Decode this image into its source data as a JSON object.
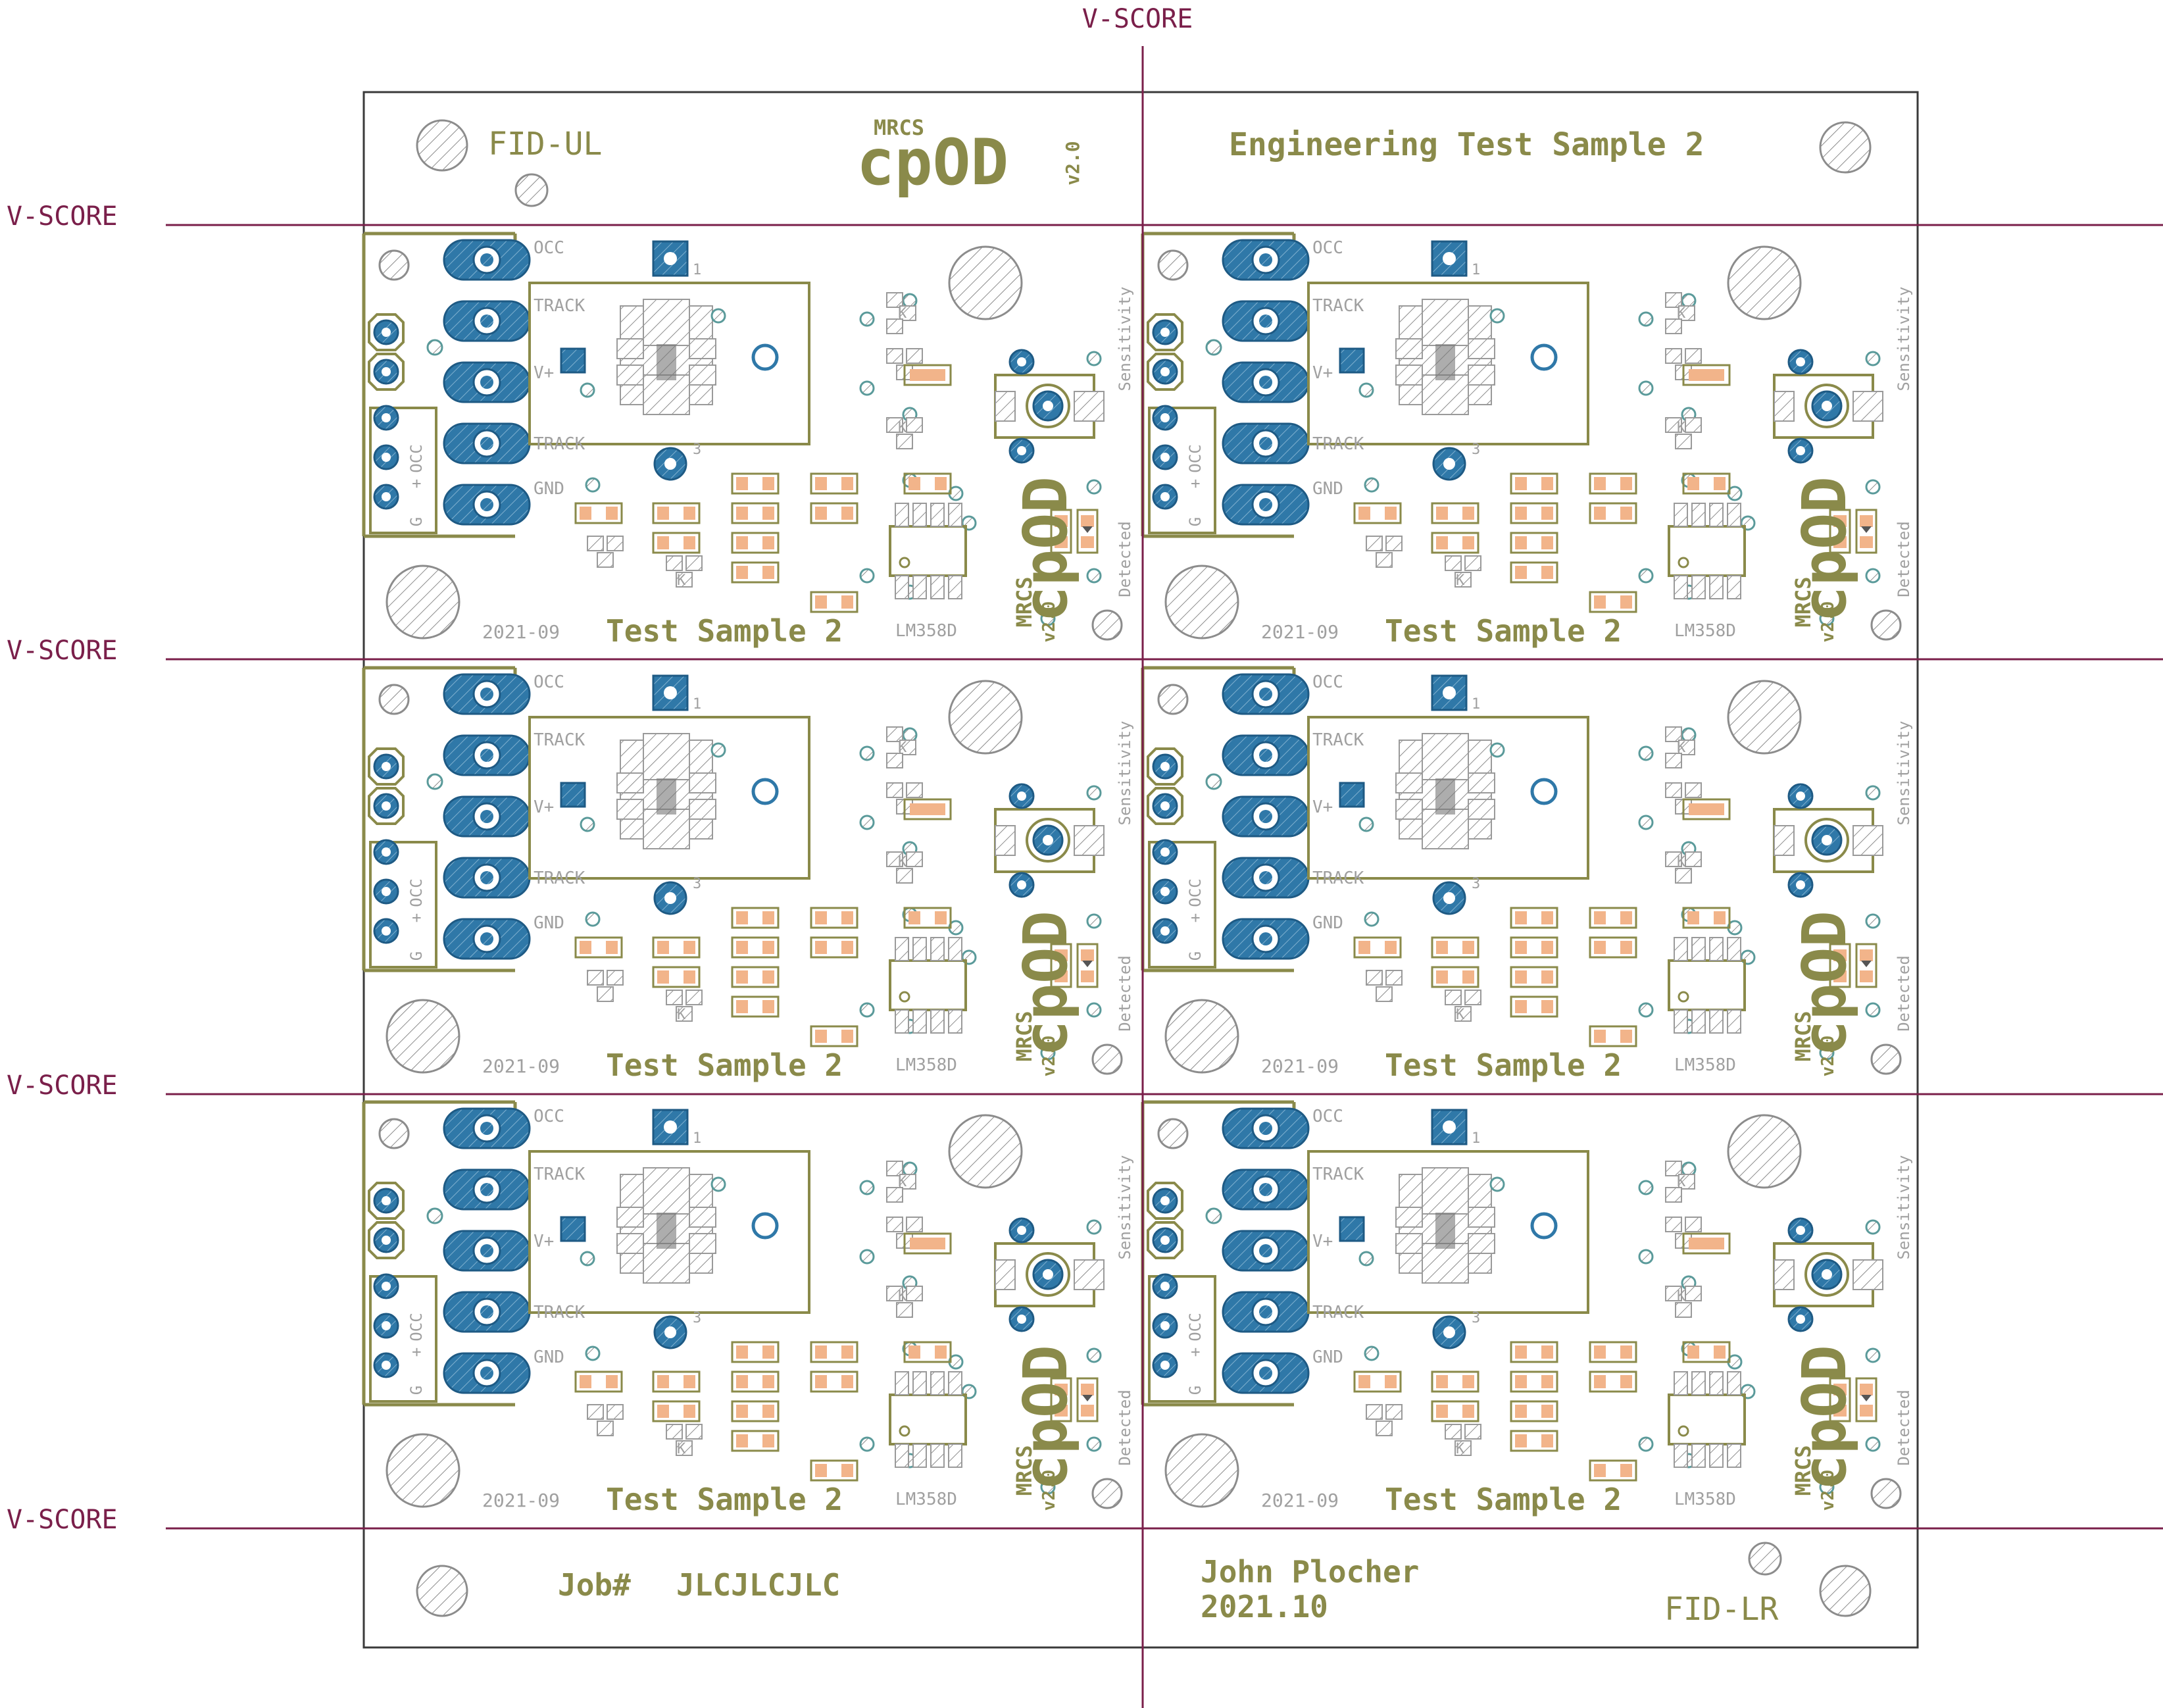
{
  "colors": {
    "board_outline": "#3a3a3a",
    "vscore": "#7a1f4a",
    "silkscreen": "#8a8a4a",
    "silkscreen_dim": "#a0a0a0",
    "copper_pad": "#2f78a8",
    "smd_pad": "#f2b48a",
    "hatch": "#8c8c8c"
  },
  "vscore": {
    "label": "V-SCORE",
    "h_labels": [
      "V-SCORE",
      "V-SCORE",
      "V-SCORE",
      "V-SCORE"
    ],
    "v_label": "V-SCORE"
  },
  "rails": {
    "top_left": {
      "fid": "FID-UL",
      "brand_small": "MRCS",
      "brand": "cpOD",
      "version": "v2.0"
    },
    "top_right": {
      "title": "Engineering Test Sample 2"
    },
    "bottom_left": {
      "job_label": "Job#",
      "job_value": "JLCJLCJLC"
    },
    "bottom_right": {
      "author": "John Plocher",
      "date": "2021.10",
      "fid": "FID-LR"
    }
  },
  "board": {
    "connector_labels": [
      "OCC",
      "TRACK",
      "V+",
      "TRACK",
      "GND"
    ],
    "header_labels": [
      "OCC",
      "+",
      "G"
    ],
    "pin_labels": [
      "1",
      "3"
    ],
    "date": "2021-09",
    "title": "Test Sample 2",
    "ic": "LM358D",
    "brand_small": "MRCS",
    "brand": "cpOD",
    "version": "v2.0",
    "sensitivity": "Sensitivity",
    "detected": "Detected",
    "ref_k": "K"
  },
  "panel": {
    "rows": 3,
    "cols": 2
  }
}
